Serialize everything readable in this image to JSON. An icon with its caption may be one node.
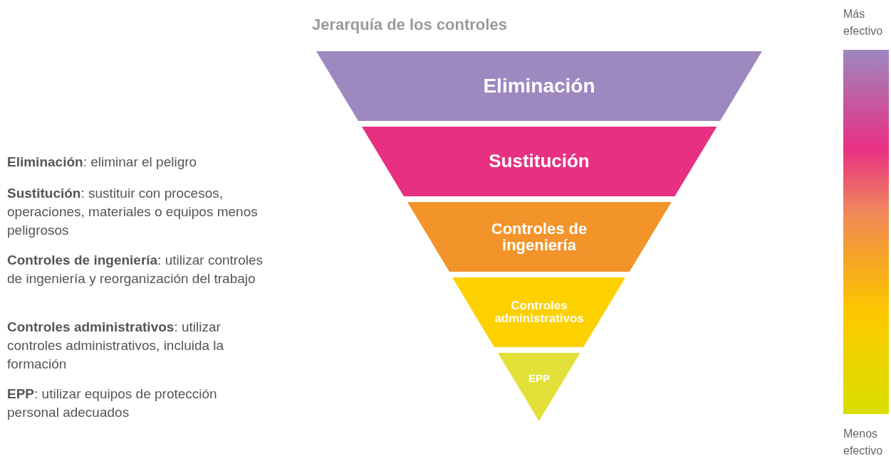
{
  "diagram": {
    "title": "Jerarquía de los controles",
    "nodes": [
      {
        "text": [
          "Eliminación"
        ]
      },
      {
        "text": [
          "Sustitución"
        ]
      },
      {
        "text": [
          "Controles de ingeniería"
        ]
      },
      {
        "text": [
          "Controles administrativos"
        ]
      },
      {
        "text": [
          "EPP"
        ]
      },
      {
        "text": [],
        "shape": "bar"
      }
    ],
    "labels": [
      "Más efectivo",
      "**Eliminación**: eliminar el peligro",
      "**Sustitución**: sustituir con procesos, operaciones, materiales o equipos menos peligrosos",
      "**Controles de ingeniería**: utilizar controles de ingeniería y reorganización del trabajo",
      "**Controles administrativos**: utilizar controles administrativos, incluida la formación",
      "**EPP**: utilizar equipos de protección personal adecuados",
      "Menos efectivo"
    ]
  }
}
